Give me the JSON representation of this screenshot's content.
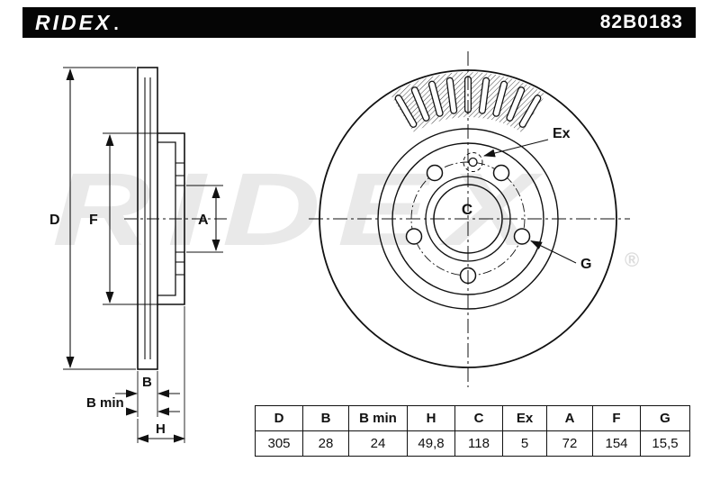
{
  "header": {
    "brand": "RIDEX",
    "brand_mark": ".",
    "part_number": "82B0183"
  },
  "watermark": {
    "text": "RIDEX",
    "registered": "®"
  },
  "section_view": {
    "labels": {
      "d": "D",
      "f": "F",
      "a": "A",
      "b": "B",
      "b_min": "B min",
      "h": "H"
    }
  },
  "front_view": {
    "labels": {
      "c": "C",
      "ex": "Ex",
      "g": "G"
    }
  },
  "spec_table": {
    "headers": [
      "D",
      "B",
      "B min",
      "H",
      "C",
      "Ex",
      "A",
      "F",
      "G"
    ],
    "values": [
      "305",
      "28",
      "24",
      "49,8",
      "118",
      "5",
      "72",
      "154",
      "15,5"
    ]
  },
  "colors": {
    "line": "#111111",
    "bar_bg": "#000000",
    "bar_text": "#ffffff",
    "watermark": "#e9e9e9"
  }
}
